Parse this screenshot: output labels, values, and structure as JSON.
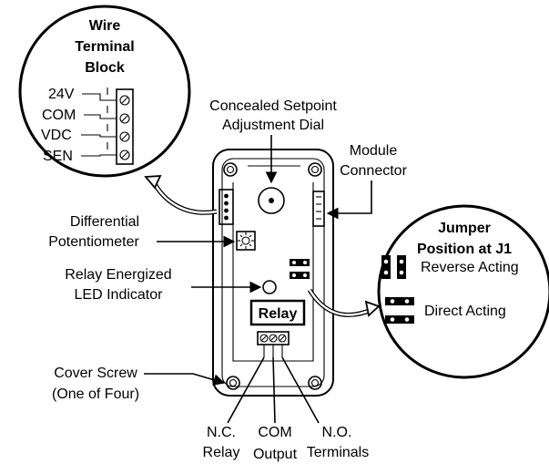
{
  "callouts": {
    "wire_block": {
      "title_lines": [
        "Wire",
        "Terminal",
        "Block"
      ],
      "terminals": [
        "24V",
        "COM",
        "VDC",
        "SEN"
      ]
    },
    "jumper": {
      "title_lines": [
        "Jumper",
        "Position at J1"
      ],
      "reverse": "Reverse Acting",
      "direct": "Direct Acting"
    }
  },
  "labels": {
    "setpoint_line1": "Concealed Setpoint",
    "setpoint_line2": "Adjustment Dial",
    "module_line1": "Module",
    "module_line2": "Connector",
    "diff_line1": "Differential",
    "diff_line2": "Potentiometer",
    "led_line1": "Relay Energized",
    "led_line2": "LED Indicator",
    "relay": "Relay",
    "screw_line1": "Cover Screw",
    "screw_line2": "(One of Four)",
    "nc_top": "N.C.",
    "nc_bottom": "Relay",
    "com_top": "COM",
    "com_bottom": "Output",
    "no_top": "N.O.",
    "no_bottom": "Terminals"
  }
}
